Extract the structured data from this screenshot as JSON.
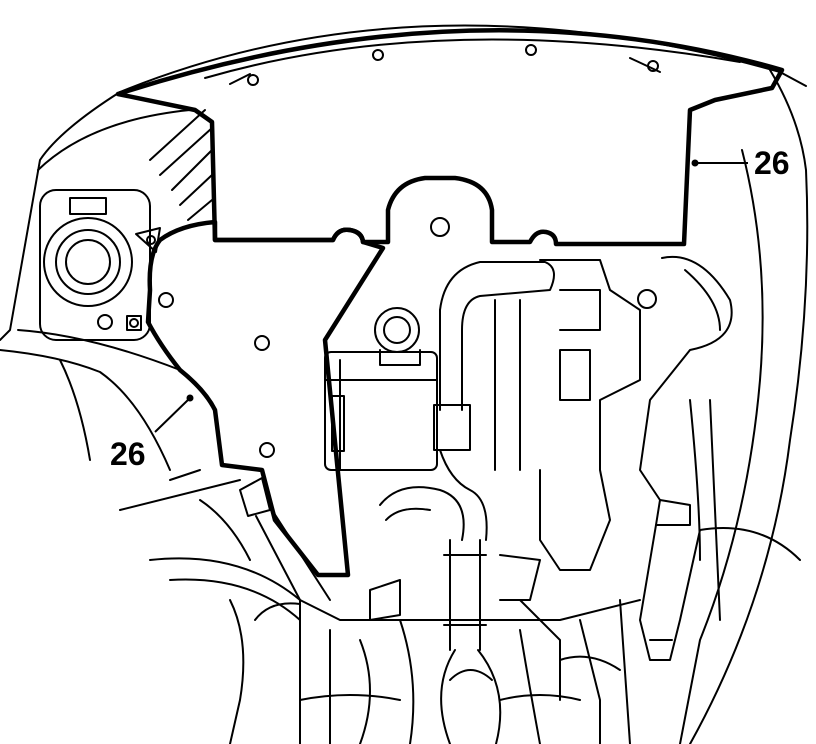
{
  "diagram": {
    "callouts": [
      {
        "id": "upper-shield",
        "label": "26"
      },
      {
        "id": "lower-shield",
        "label": "26"
      }
    ]
  },
  "colors": {
    "ink": "#000000",
    "paper": "#ffffff"
  }
}
